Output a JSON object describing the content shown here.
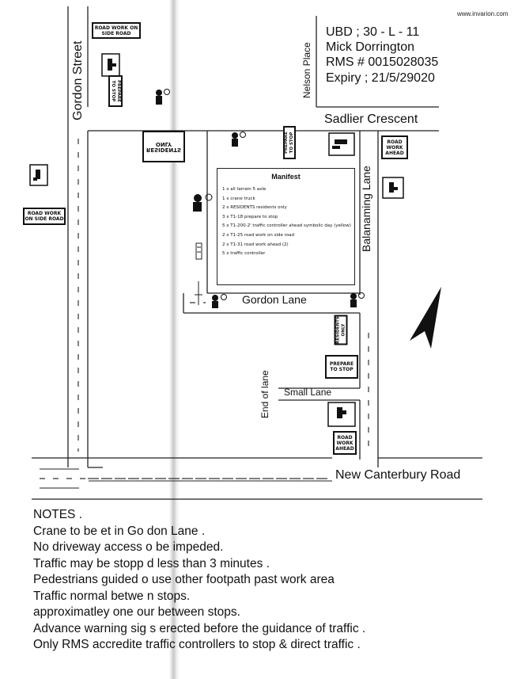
{
  "header": {
    "website": "www.invarion.com",
    "line1": "UBD ; 30 - L - 11",
    "line2": "Mick Dorrington",
    "line3": "RMS # 0015028035",
    "line4": "Expiry ; 21/5/29020"
  },
  "streets": {
    "gordon_street": "Gordon Street",
    "nelson_place": "Nelson Place",
    "sadlier_crescent": "Sadlier Crescent",
    "balanaming_lane": "Balanaming Lane",
    "gordon_lane": "Gordon Lane",
    "small_lane": "Small Lane",
    "end_of_lane": "End of lane",
    "new_canterbury_road": "New Canterbury Road"
  },
  "signs": {
    "road_work_on_side_road_top": "ROAD WORK ON SIDE ROAD",
    "road_work_on_side_road_left_1": "ROAD WORK",
    "road_work_on_side_road_left_2": "ON SIDE ROAD",
    "prepare_to_stop_gordon": "PREPARE TO STOP",
    "residents_only_mirrored": "RESIDENTS ONLY",
    "prepare_to_stop_sadlier": "PREPARE TO STOP",
    "road_work_ahead_top": "ROAD WORK AHEAD",
    "residents_only_lane": "RESIDENTS ONLY",
    "prepare_to_stop_small_lane": "PREPARE TO STOP",
    "road_work_ahead_bottom": "ROAD WORK AHEAD"
  },
  "manifest": {
    "title": "Manifest",
    "items": [
      "1 x all terrain 5 axle",
      "1 x crane truck",
      "2 x RESIDENTS residents only",
      "3 x T1-18 prepare to stop",
      "5 x T1-200-2' traffic controller ahead symbolic day (yellow)",
      "2 x T1-25 road work on side road",
      "2 x T1-31 road work ahead (2)",
      "5 x traffic controller"
    ]
  },
  "notes": {
    "title": "NOTES .",
    "lines": [
      "Crane to be et in Go don Lane .",
      "No driveway access o be impeded.",
      "Traffic may be stopp d less than 3 minutes .",
      " Pedestrians guided  o use other footpath past work area",
      "Traffic normal betwe n stops.",
      " approximatley one  our between stops.",
      "Advance warning sig s erected before the guidance of traffic .",
      "Only RMS accredite  traffic controllers to stop & direct traffic ."
    ]
  },
  "icons": {
    "traffic_controller": "traffic-controller-icon",
    "stop_slow_sign": "stop-slow-bat-icon",
    "north_arrow": "north-arrow-icon",
    "crane": "crane-icon"
  }
}
